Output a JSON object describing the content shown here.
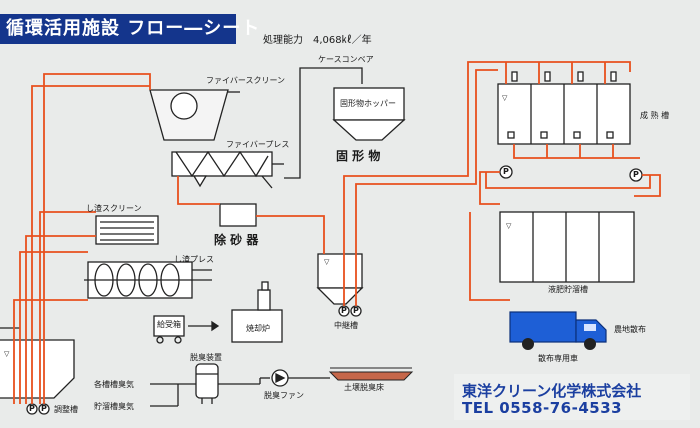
{
  "title": "循環活用施設 フロー―シート",
  "capacity": "処理能力　4,068㎘／年",
  "labels": {
    "fiber_screen": "ファイバースクリーン",
    "case_conveyor": "ケースコンベア",
    "fiber_press": "ファイバープレス",
    "solid_hopper": "固形物ホッパー",
    "solid": "固 形 物",
    "sieve_screen": "し渣スクリーン",
    "grit_remover": "除 砂 器",
    "sieve_press": "し渣プレス",
    "feeder": "給受箱",
    "incinerator": "焼却炉",
    "relay_tank": "中継槽",
    "deodorizer": "脱臭装置",
    "tank_odor": "各槽槽臭気",
    "storage_odor": "貯溜槽臭気",
    "deodor_fan": "脱臭ファン",
    "soil_bed": "土壌脱臭床",
    "adjust_tank": "調整槽",
    "maturing_tank": "成 熟 槽",
    "liquid_storage": "液肥貯溜槽",
    "field_application": "農地散布",
    "spray_truck": "散布専用車",
    "pump": "P"
  },
  "company": {
    "name": "東洋クリーン化学株式会社",
    "tel": "TEL 0558-76-4533"
  },
  "colors": {
    "title_bg": "#14358c",
    "flow_line": "#e8501e",
    "equipment_line": "#222222",
    "truck": "#1e5fd6",
    "company_text": "#1b3fa0"
  }
}
